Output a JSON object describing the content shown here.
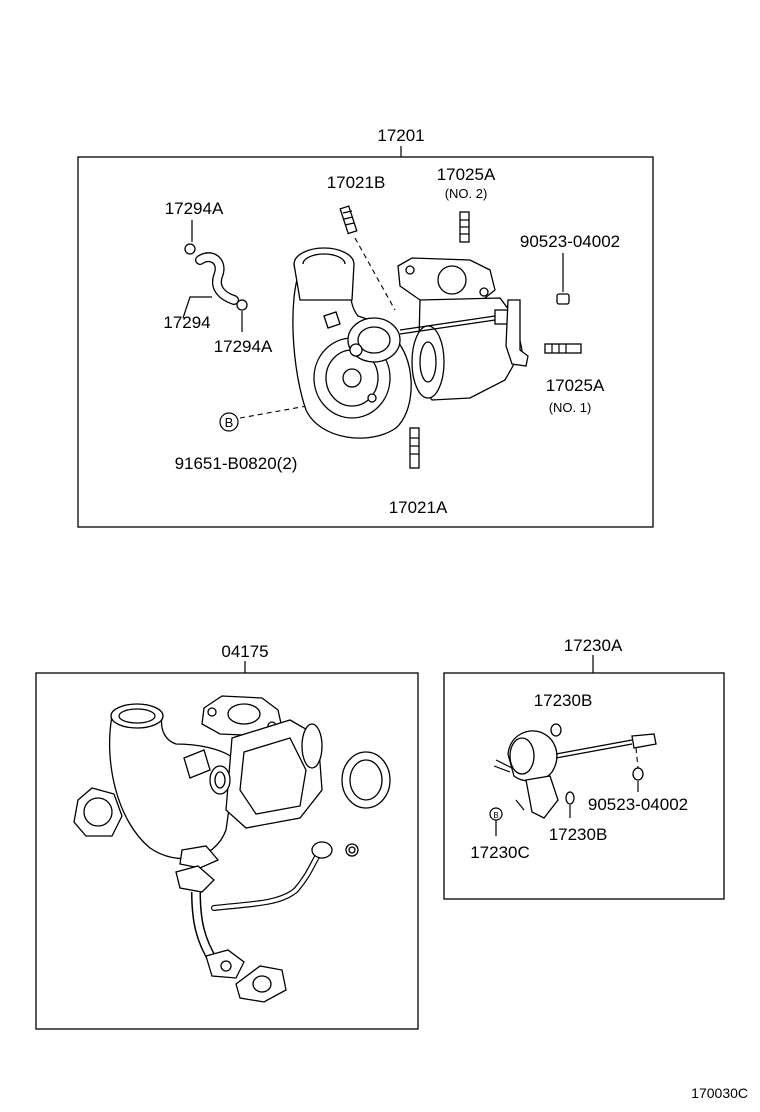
{
  "assembly": {
    "label": "17201",
    "parts": {
      "p17021b": "17021B",
      "p17025a_top": "17025A",
      "p17025a_top_note": "(NO. 2)",
      "p17294a_top": "17294A",
      "p90523_top": "90523-04002",
      "p17294": "17294",
      "p17294a_bottom": "17294A",
      "p17025a_bottom": "17025A",
      "p17025a_bottom_note": "(NO. 1)",
      "bolt_marker": "B",
      "p91651": "91651-B0820(2)",
      "p17021a": "17021A"
    }
  },
  "gasket_kit": {
    "label": "04175"
  },
  "actuator": {
    "label": "17230A",
    "parts": {
      "p17230b_top": "17230B",
      "p90523": "90523-04002",
      "marker": "B",
      "p17230c": "17230C",
      "p17230b_bottom": "17230B"
    }
  },
  "diagram_code": "170030C"
}
